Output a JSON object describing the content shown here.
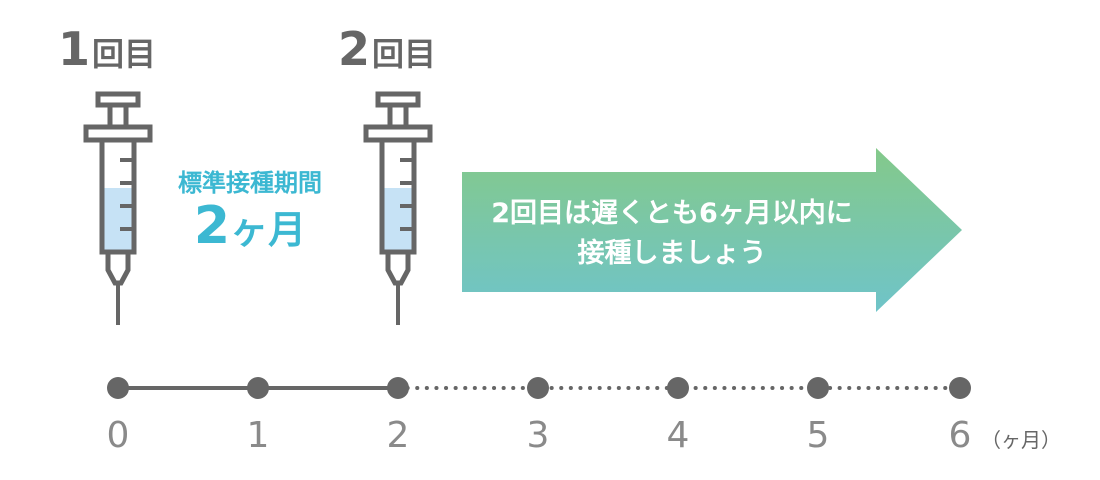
{
  "doses": [
    {
      "number": "1",
      "suffix": "回目"
    },
    {
      "number": "2",
      "suffix": "回目"
    }
  ],
  "standard_period": {
    "label": "標準接種期間",
    "value_number": "2",
    "value_unit": "ヶ月"
  },
  "arrow_message": {
    "line1": "2回目は遅くとも6ヶ月以内に",
    "line2": "接種しましょう"
  },
  "timeline": {
    "ticks": [
      "0",
      "1",
      "2",
      "3",
      "4",
      "5",
      "6"
    ],
    "unit": "（ヶ月）",
    "solid_until": 2
  },
  "colors": {
    "text_gray": "#666666",
    "tick_gray": "#8a8a8a",
    "accent_blue": "#3cb8d2",
    "liquid": "#c6e2f5",
    "arrow_top": "#84c98a",
    "arrow_bottom": "#6fc4c9"
  },
  "icons": [
    "syringe-icon",
    "syringe-icon",
    "arrow-shape"
  ]
}
